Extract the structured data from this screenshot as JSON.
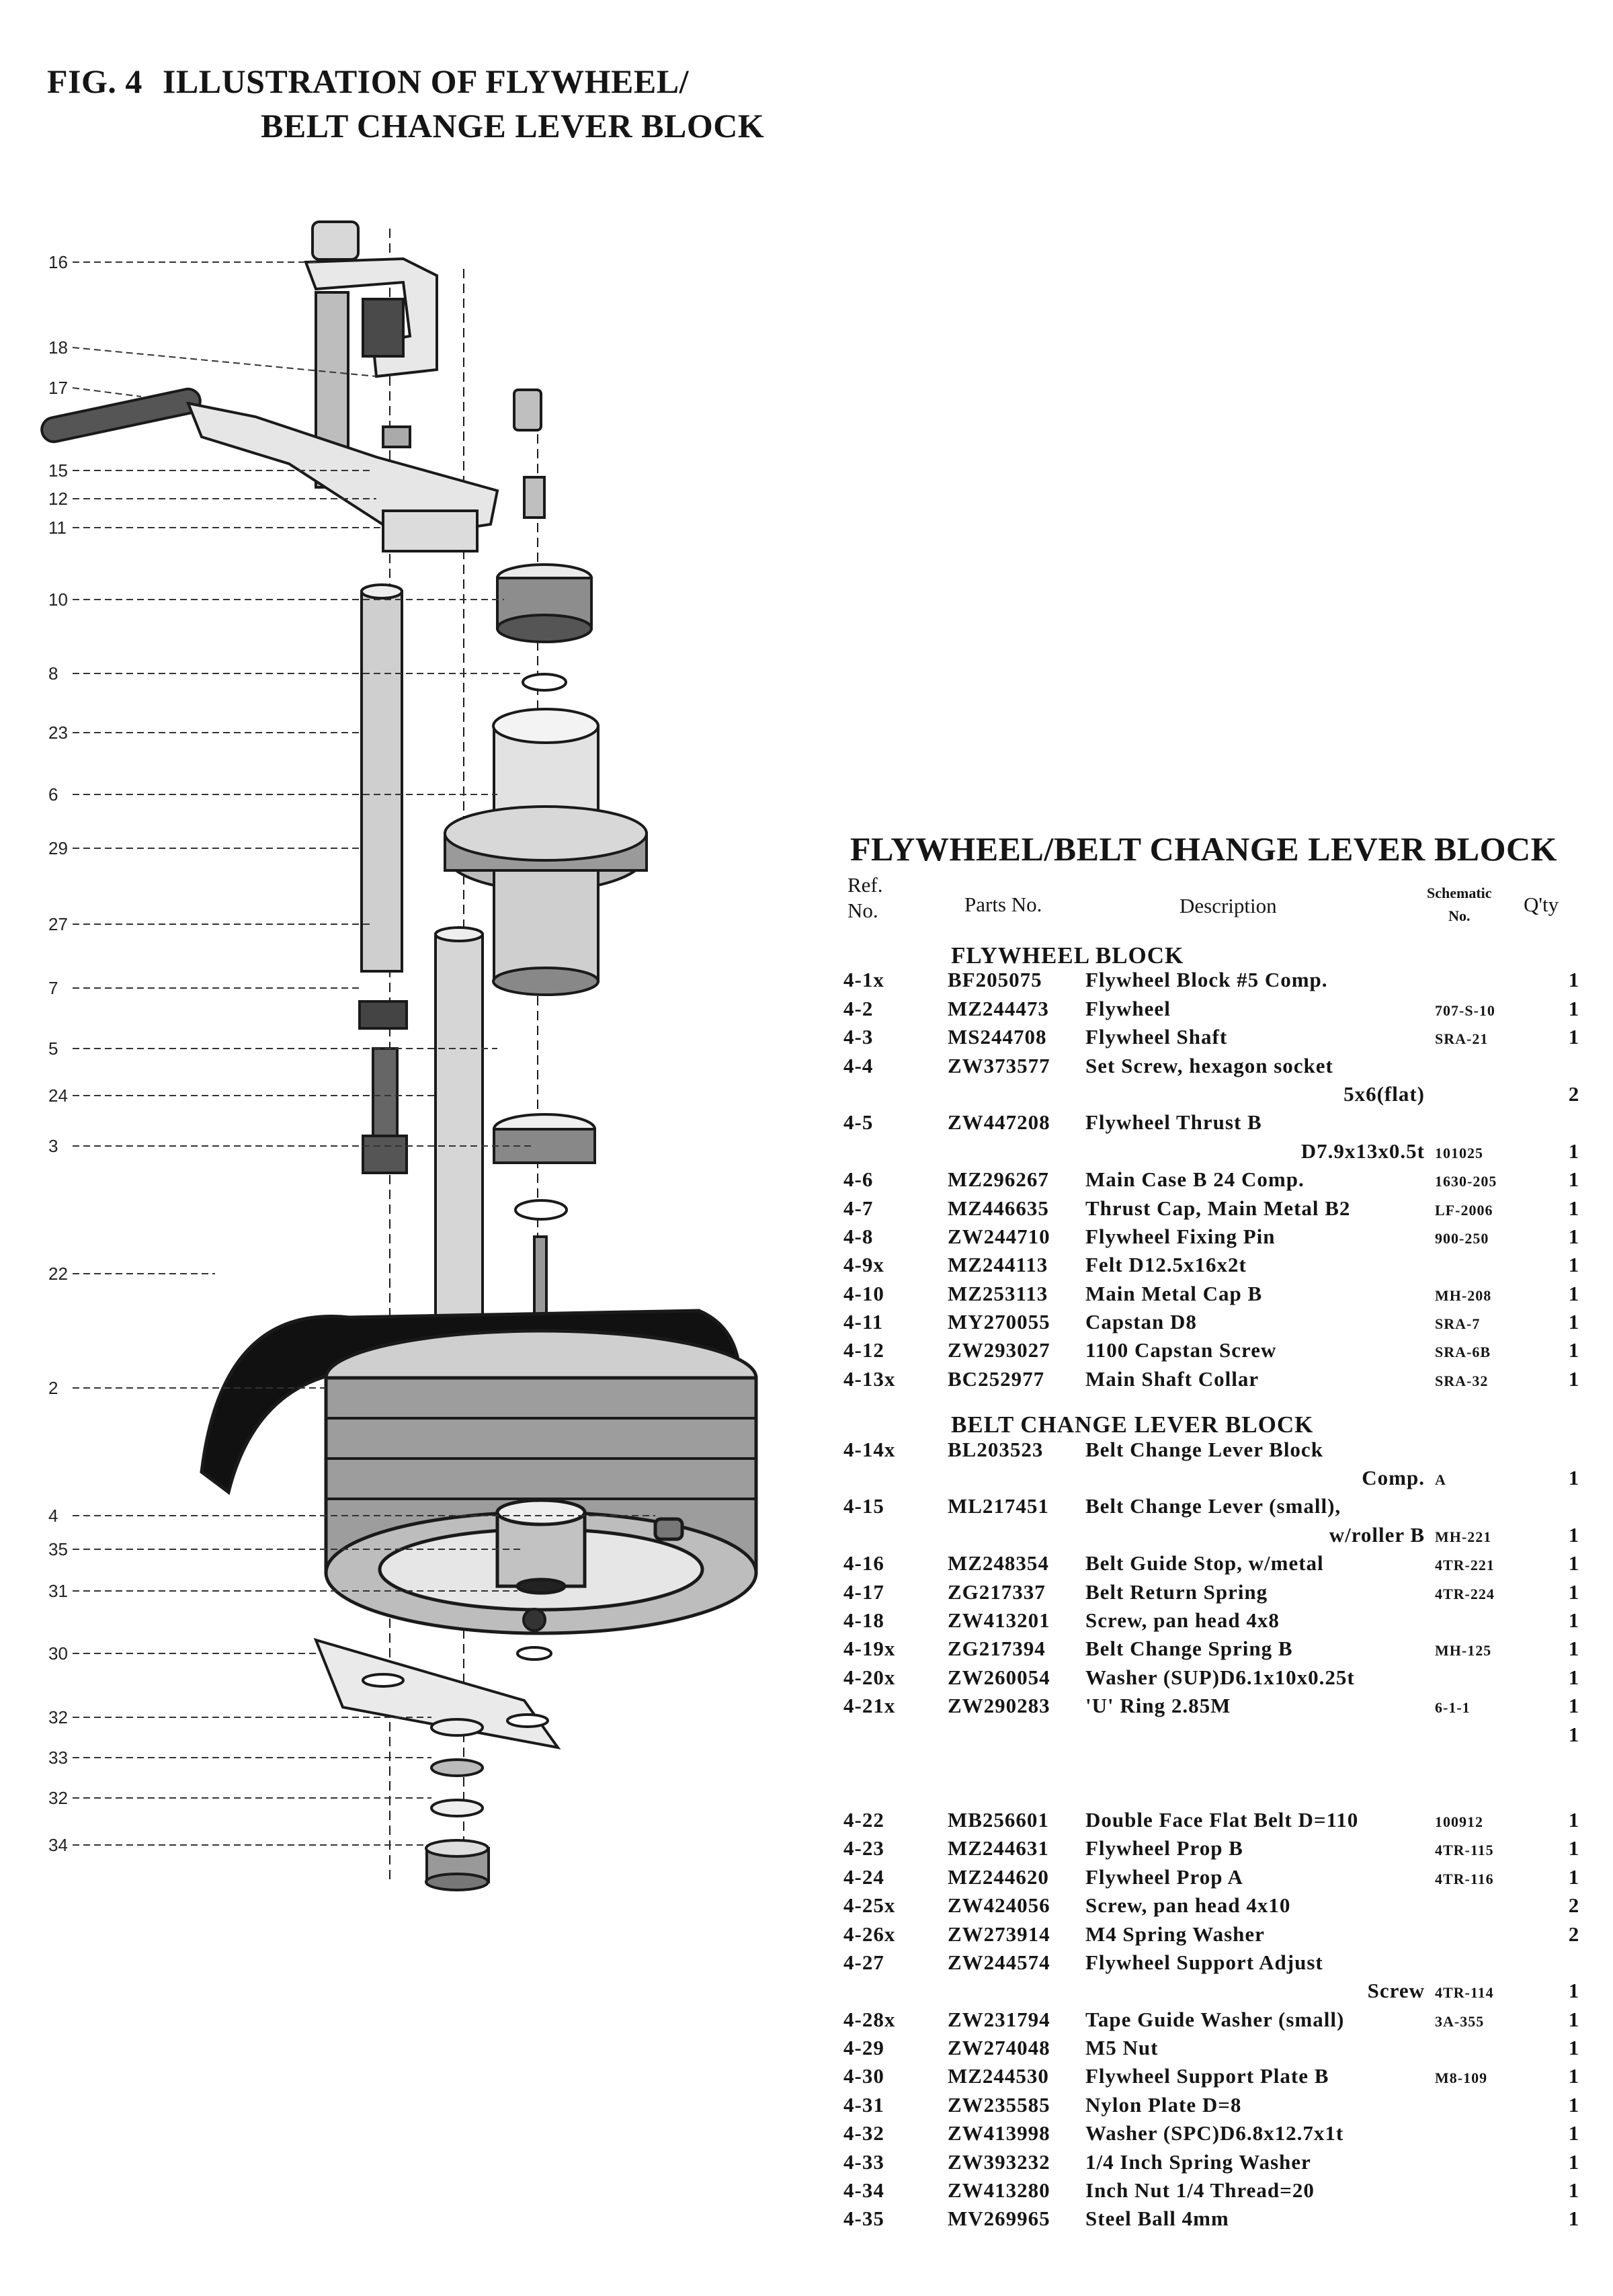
{
  "figure": {
    "title_line1": "FIG. 4",
    "title_line1b": "ILLUSTRATION OF FLYWHEEL/",
    "title_line2": "BELT CHANGE LEVER BLOCK",
    "callouts": [
      "16",
      "18",
      "17",
      "15",
      "12",
      "11",
      "10",
      "8",
      "23",
      "6",
      "29",
      "27",
      "7",
      "5",
      "24",
      "3",
      "22",
      "2",
      "4",
      "35",
      "31",
      "30",
      "32",
      "33",
      "32",
      "34"
    ]
  },
  "table": {
    "title": "FLYWHEEL/BELT CHANGE LEVER BLOCK",
    "headers": {
      "ref": "Ref.",
      "ref2": "No.",
      "part": "Parts No.",
      "desc": "Description",
      "schematic": "Schematic",
      "schematic2": "No.",
      "qty": "Q'ty"
    },
    "sections": {
      "flywheel": "FLYWHEEL BLOCK",
      "belt": "BELT CHANGE LEVER BLOCK"
    },
    "rows": [
      {
        "ref": "4-1x",
        "part": "BF205075",
        "desc": "Flywheel Block #5 Comp.",
        "sch": "",
        "qty": "1"
      },
      {
        "ref": "4-2",
        "part": "MZ244473",
        "desc": "Flywheel",
        "sch": "707-S-10",
        "qty": "1"
      },
      {
        "ref": "4-3",
        "part": "MS244708",
        "desc": "Flywheel Shaft",
        "sch": "SRA-21",
        "qty": "1"
      },
      {
        "ref": "4-4",
        "part": "ZW373577",
        "desc": "Set Screw, hexagon socket",
        "sch": "",
        "qty": ""
      },
      {
        "ref": "",
        "part": "",
        "desc": "5x6(flat)",
        "sch": "",
        "qty": "2"
      },
      {
        "ref": "4-5",
        "part": "ZW447208",
        "desc": "Flywheel Thrust B",
        "sch": "",
        "qty": ""
      },
      {
        "ref": "",
        "part": "",
        "desc": "D7.9x13x0.5t",
        "sch": "101025",
        "qty": "1"
      },
      {
        "ref": "4-6",
        "part": "MZ296267",
        "desc": "Main Case B 24 Comp.",
        "sch": "1630-205",
        "qty": "1"
      },
      {
        "ref": "4-7",
        "part": "MZ446635",
        "desc": "Thrust Cap, Main Metal B2",
        "sch": "LF-2006",
        "qty": "1"
      },
      {
        "ref": "4-8",
        "part": "ZW244710",
        "desc": "Flywheel Fixing Pin",
        "sch": "900-250",
        "qty": "1"
      },
      {
        "ref": "4-9x",
        "part": "MZ244113",
        "desc": "Felt D12.5x16x2t",
        "sch": "",
        "qty": "1"
      },
      {
        "ref": "4-10",
        "part": "MZ253113",
        "desc": "Main Metal Cap B",
        "sch": "MH-208",
        "qty": "1"
      },
      {
        "ref": "4-11",
        "part": "MY270055",
        "desc": "Capstan D8",
        "sch": "SRA-7",
        "qty": "1"
      },
      {
        "ref": "4-12",
        "part": "ZW293027",
        "desc": "1100 Capstan Screw",
        "sch": "SRA-6B",
        "qty": "1"
      },
      {
        "ref": "4-13x",
        "part": "BC252977",
        "desc": "Main Shaft Collar",
        "sch": "SRA-32",
        "qty": "1"
      }
    ],
    "rows2": [
      {
        "ref": "4-14x",
        "part": "BL203523",
        "desc": "Belt Change Lever Block",
        "sch": "",
        "qty": ""
      },
      {
        "ref": "",
        "part": "",
        "desc": "Comp.",
        "sch": "A",
        "qty": "1"
      },
      {
        "ref": "4-15",
        "part": "ML217451",
        "desc": "Belt Change Lever (small),",
        "sch": "",
        "qty": ""
      },
      {
        "ref": "",
        "part": "",
        "desc": "w/roller B",
        "sch": "MH-221",
        "qty": "1"
      },
      {
        "ref": "4-16",
        "part": "MZ248354",
        "desc": "Belt Guide Stop, w/metal",
        "sch": "4TR-221",
        "qty": "1"
      },
      {
        "ref": "4-17",
        "part": "ZG217337",
        "desc": "Belt Return Spring",
        "sch": "4TR-224",
        "qty": "1"
      },
      {
        "ref": "4-18",
        "part": "ZW413201",
        "desc": "Screw, pan head 4x8",
        "sch": "",
        "qty": "1"
      },
      {
        "ref": "4-19x",
        "part": "ZG217394",
        "desc": "Belt Change Spring B",
        "sch": "MH-125",
        "qty": "1"
      },
      {
        "ref": "4-20x",
        "part": "ZW260054",
        "desc": "Washer (SUP)D6.1x10x0.25t",
        "sch": "",
        "qty": "1"
      },
      {
        "ref": "4-21x",
        "part": "ZW290283",
        "desc": "'U' Ring 2.85M",
        "sch": "6-1-1",
        "qty": "1"
      },
      {
        "ref": "",
        "part": "",
        "desc": "",
        "sch": "",
        "qty": "1"
      }
    ],
    "rows3": [
      {
        "ref": "4-22",
        "part": "MB256601",
        "desc": "Double Face Flat Belt D=110",
        "sch": "100912",
        "qty": "1"
      },
      {
        "ref": "4-23",
        "part": "MZ244631",
        "desc": "Flywheel Prop B",
        "sch": "4TR-115",
        "qty": "1"
      },
      {
        "ref": "4-24",
        "part": "MZ244620",
        "desc": "Flywheel Prop A",
        "sch": "4TR-116",
        "qty": "1"
      },
      {
        "ref": "4-25x",
        "part": "ZW424056",
        "desc": "Screw, pan head 4x10",
        "sch": "",
        "qty": "2"
      },
      {
        "ref": "4-26x",
        "part": "ZW273914",
        "desc": "M4 Spring Washer",
        "sch": "",
        "qty": "2"
      },
      {
        "ref": "4-27",
        "part": "ZW244574",
        "desc": "Flywheel Support Adjust",
        "sch": "",
        "qty": ""
      },
      {
        "ref": "",
        "part": "",
        "desc": "Screw",
        "sch": "4TR-114",
        "qty": "1"
      },
      {
        "ref": "4-28x",
        "part": "ZW231794",
        "desc": "Tape Guide Washer (small)",
        "sch": "3A-355",
        "qty": "1"
      },
      {
        "ref": "4-29",
        "part": "ZW274048",
        "desc": "M5 Nut",
        "sch": "",
        "qty": "1"
      },
      {
        "ref": "4-30",
        "part": "MZ244530",
        "desc": "Flywheel Support Plate B",
        "sch": "M8-109",
        "qty": "1"
      },
      {
        "ref": "4-31",
        "part": "ZW235585",
        "desc": "Nylon Plate D=8",
        "sch": "",
        "qty": "1"
      },
      {
        "ref": "4-32",
        "part": "ZW413998",
        "desc": "Washer (SPC)D6.8x12.7x1t",
        "sch": "",
        "qty": "1"
      },
      {
        "ref": "4-33",
        "part": "ZW393232",
        "desc": "1/4 Inch Spring Washer",
        "sch": "",
        "qty": "1"
      },
      {
        "ref": "4-34",
        "part": "ZW413280",
        "desc": "Inch Nut 1/4 Thread=20",
        "sch": "",
        "qty": "1"
      },
      {
        "ref": "4-35",
        "part": "MV269965",
        "desc": "Steel Ball 4mm",
        "sch": "",
        "qty": "1"
      }
    ]
  }
}
